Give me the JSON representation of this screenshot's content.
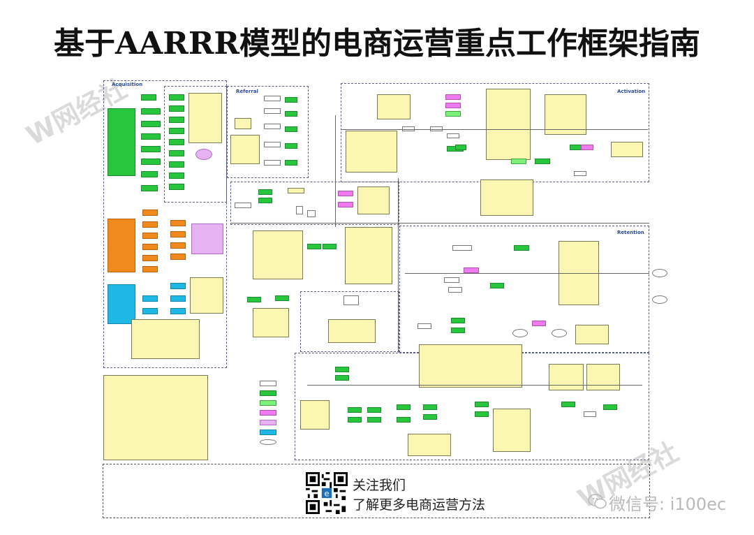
{
  "title": "基于AARRR模型的电商运营重点工作框架指南",
  "panels": {
    "acquisition": "Acquisition",
    "referral": "Referral",
    "activation": "Activation",
    "retention": "Retention"
  },
  "footer": {
    "line1": "关注我们",
    "line2": "了解更多电商运营方法"
  },
  "wechat_id": "微信号: i100ec",
  "watermark": "网经社",
  "colors": {
    "title": "#111111",
    "panel_border": "#5a5f86",
    "note": "#fbf7b3",
    "green": "#27c63c",
    "orange": "#f08a1c",
    "cyan": "#1fb7e4",
    "lime": "#7cf07a",
    "pink": "#ef7bf0"
  }
}
